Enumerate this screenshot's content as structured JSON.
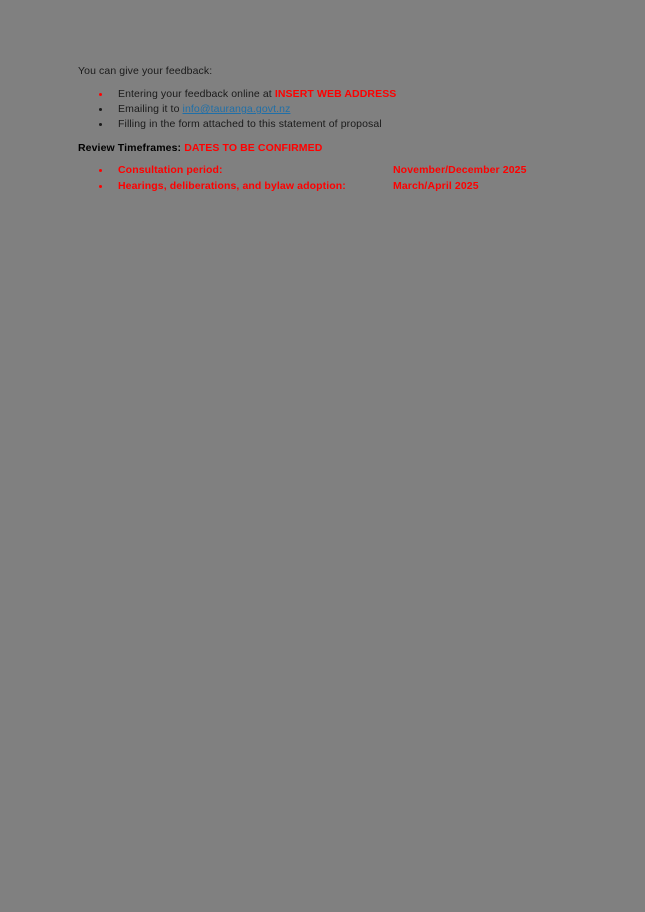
{
  "document": {
    "background_color": "#808080",
    "body_text_color": "#1a1a1a",
    "accent_color": "#ff0000",
    "link_color": "#1f6fa8",
    "intro": "You can give your feedback:",
    "feedback_options": [
      {
        "text_before": "Entering your feedback online at ",
        "emphasis": "INSERT WEB ADDRESS",
        "emphasis_style": "red",
        "bullet_color": "#ff0000"
      },
      {
        "text_before": "Emailing it to ",
        "emphasis": "info@tauranga.govt.nz",
        "emphasis_style": "link",
        "bullet_color": "#1a1a1a"
      },
      {
        "text_before": "Filling in the form attached to this statement of proposal",
        "emphasis": "",
        "emphasis_style": "none",
        "bullet_color": "#1a1a1a"
      }
    ],
    "timeframes_heading": {
      "label": "Review Timeframes:",
      "status": "DATES TO BE CONFIRMED"
    },
    "timeframes": [
      {
        "label": "Consultation period:",
        "date": "November/December 2025"
      },
      {
        "label": "Hearings, deliberations, and bylaw adoption:",
        "date": "March/April 2025"
      }
    ]
  }
}
